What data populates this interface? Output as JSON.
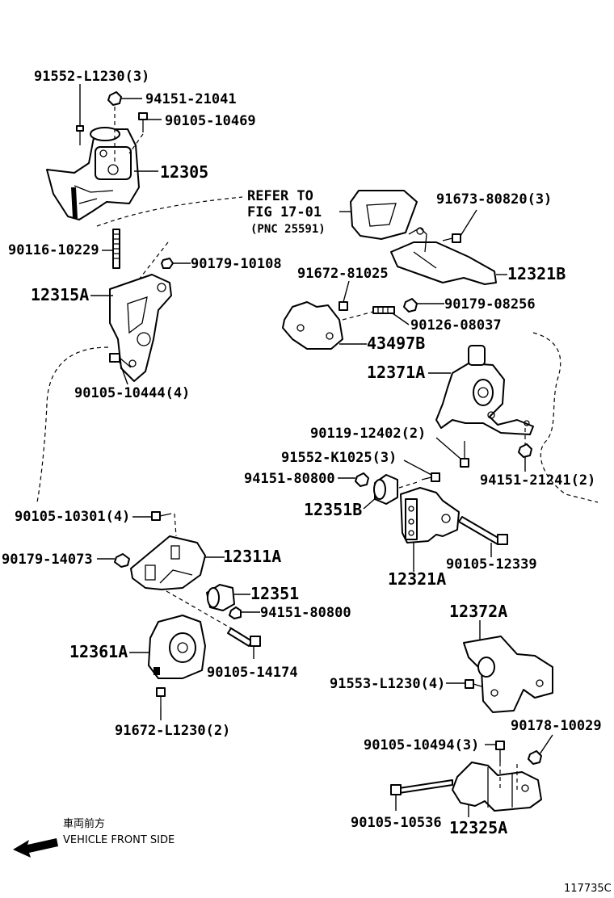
{
  "labels": {
    "p91552_L1230": "91552-L1230(3)",
    "p94151_21041": "94151-21041",
    "p90105_10469": "90105-10469",
    "p12305": "12305",
    "refer_line1": "REFER TO",
    "refer_line2": "FIG 17-01",
    "refer_line3": "(PNC 25591)",
    "p90116_10229": "90116-10229",
    "p90179_10108": "90179-10108",
    "p12315A": "12315A",
    "p90105_10444": "90105-10444(4)",
    "p91673_80820": "91673-80820(3)",
    "p12321B": "12321B",
    "p91672_81025": "91672-81025",
    "p90179_08256": "90179-08256",
    "p90126_08037": "90126-08037",
    "p43497B": "43497B",
    "p12371A": "12371A",
    "p90119_12402": "90119-12402(2)",
    "p91552_K1025": "91552-K1025(3)",
    "p94151_80800_a": "94151-80800",
    "p94151_21241": "94151-21241(2)",
    "p12351B": "12351B",
    "p90105_10301": "90105-10301(4)",
    "p12321A": "12321A",
    "p90105_12339": "90105-12339",
    "p90179_14073": "90179-14073",
    "p12311A": "12311A",
    "p12351": "12351",
    "p94151_80800_b": "94151-80800",
    "p12361A": "12361A",
    "p90105_14174": "90105-14174",
    "p12372A": "12372A",
    "p91553_L1230": "91553-L1230(4)",
    "p91672_L1230": "91672-L1230(2)",
    "p90178_10029": "90178-10029",
    "p90105_10494": "90105-10494(3)",
    "p90105_10536": "90105-10536",
    "p12325A": "12325A",
    "front_jp": "車両前方",
    "front_en": "VEHICLE FRONT SIDE",
    "figure_code": "117735C"
  }
}
